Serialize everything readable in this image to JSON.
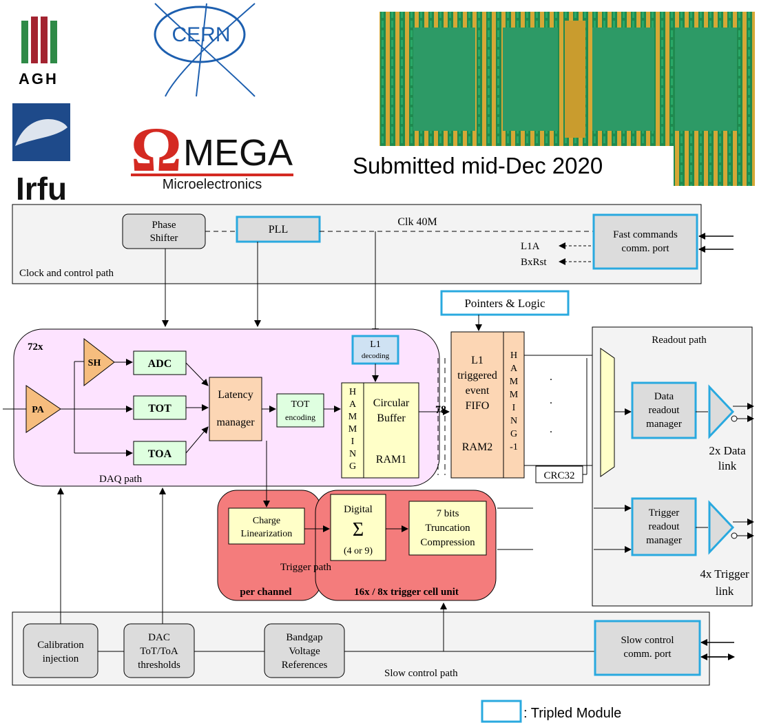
{
  "logos": {
    "agh": "AGH",
    "cern": "CERN",
    "irfu": "Irfu",
    "omega_big": "MEGA",
    "omega_sub": "Microelectronics"
  },
  "submitted": "Submitted mid-Dec 2020",
  "clock": {
    "phase_shifter": [
      "Phase",
      "Shifter"
    ],
    "pll": "PLL",
    "clk": "Clk 40M",
    "fast_cmd": [
      "Fast commands",
      "comm. port"
    ],
    "l1a": "L1A",
    "bxrst": "BxRst",
    "path_label": "Clock and control path"
  },
  "pointers": "Pointers & Logic",
  "daq": {
    "count": "72x",
    "sh": "SH",
    "pa": "PA",
    "adc": "ADC",
    "tot": "TOT",
    "toa": "TOA",
    "latency": [
      "Latency",
      "manager"
    ],
    "tot_enc": [
      "TOT",
      "encoding"
    ],
    "l1_dec": [
      "L1",
      "decoding"
    ],
    "hamming": [
      "H",
      "A",
      "M",
      "M",
      "I",
      "N",
      "G"
    ],
    "circ": [
      "Circular",
      "Buffer"
    ],
    "ram1": "RAM1",
    "bus78": "78",
    "path_label": "DAQ path"
  },
  "fifo": {
    "lines": [
      "L1",
      "triggered",
      "event",
      "FIFO"
    ],
    "ram2": "RAM2",
    "hamming_inv": [
      "H",
      "A",
      "M",
      "M",
      "I",
      "N",
      "G",
      "-1"
    ],
    "crc": "CRC32"
  },
  "readout": {
    "title": "Readout path",
    "data_mgr": [
      "Data",
      "readout",
      "manager"
    ],
    "data_link": [
      "2x Data",
      "link"
    ],
    "trig_mgr": [
      "Trigger",
      "readout",
      "manager"
    ],
    "trig_link": [
      "4x Trigger",
      "link"
    ]
  },
  "trigger": {
    "charge_lin": [
      "Charge",
      "Linearization"
    ],
    "digital": "Digital",
    "sigma": "Σ",
    "sum_opt": "(4 or 9)",
    "trunc": [
      "7 bits",
      "Truncation",
      "Compression"
    ],
    "path_label": "Trigger path",
    "per_channel": "per channel",
    "cell_unit": "16x / 8x  trigger cell unit"
  },
  "slow": {
    "calib": [
      "Calibration",
      "injection"
    ],
    "dac": [
      "DAC",
      "ToT/ToA",
      "thresholds"
    ],
    "bandgap": [
      "Bandgap",
      "Voltage",
      "References"
    ],
    "slow_cmd": [
      "Slow control",
      "comm. port"
    ],
    "path_label": "Slow control path"
  },
  "legend": ": Tripled Module",
  "colors": {
    "tripled": "#29a9df",
    "daq_fill": "#fde3ff",
    "trigger_fill": "#f47c7c",
    "box_green": "#dfffe0",
    "box_yellow": "#ffffc8",
    "box_orange": "#fcd6b4",
    "triangle": "#f6bd7e",
    "gray_box": "#dcdcdc"
  }
}
